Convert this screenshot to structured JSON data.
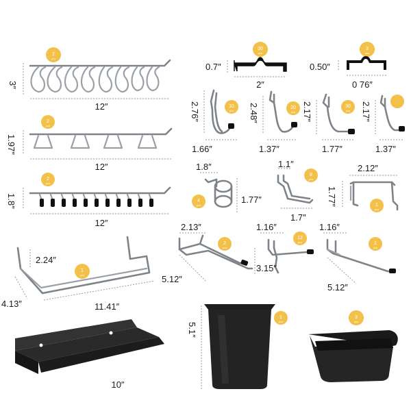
{
  "hook_strip": {
    "badge": "2",
    "badge_unit": "pcs",
    "height": "3″",
    "width": "12″"
  },
  "loop_strip": {
    "badge": "2",
    "badge_unit": "pcs",
    "height": "1.97″",
    "width": "12″"
  },
  "pin_strip": {
    "badge": "2",
    "badge_unit": "pcs",
    "height": "1.8″",
    "width": "12″"
  },
  "shelf_rail": {
    "badge": "1",
    "badge_unit": "pcs",
    "height": "2.24″",
    "depth": "4.13″",
    "width": "11.41″"
  },
  "black_shelf": {
    "width": "10″"
  },
  "lock_clip_large": {
    "badge": "30",
    "badge_unit": "pcs",
    "height": "0.7″",
    "width": "2″"
  },
  "lock_clip_small": {
    "badge": "3",
    "badge_unit": "pcs",
    "height": "0.50″",
    "width": "0 76″"
  },
  "hook_a": {
    "badge": "10",
    "badge_unit": "pcs",
    "height": "2.76″",
    "width": "1.66″"
  },
  "hook_b": {
    "badge": "20",
    "badge_unit": "pcs",
    "height": "2.48″",
    "width": "1.37″"
  },
  "hook_c": {
    "badge": "30",
    "badge_unit": "pcs",
    "height": "2.17″",
    "width": "1.77″"
  },
  "hook_d": {
    "badge": "",
    "height": "2.17″",
    "width": "1.37″"
  },
  "ring_holder": {
    "badge": "4",
    "badge_unit": "pcs",
    "height": "1.77″",
    "width": "1.8″"
  },
  "u_hook": {
    "badge": "8",
    "badge_unit": "pcs",
    "height": "1.7″",
    "width": "1.1″"
  },
  "bracket": {
    "badge": "1",
    "badge_unit": "pcs",
    "height": "1.77″",
    "width": "2.12″"
  },
  "double_hook_a": {
    "badge": "2",
    "badge_unit": "pcs",
    "width": "2.13″",
    "length": "5.12″"
  },
  "double_hook_b": {
    "badge": "12",
    "badge_unit": "pcs",
    "width": "1.16″",
    "length": "3.15″"
  },
  "double_hook_c": {
    "badge": "1",
    "badge_unit": "pcs",
    "width": "1.16″",
    "length": "5.12″"
  },
  "bin_tall": {
    "badge": "1",
    "badge_unit": "pcs",
    "height": "5.1″"
  },
  "bin_open": {
    "badge": "3",
    "badge_unit": "pcs"
  }
}
